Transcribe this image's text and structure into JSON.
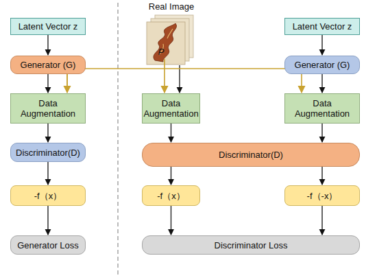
{
  "diagram": {
    "nodes": [
      {
        "text": [
          "Latent Vector z"
        ]
      },
      {
        "text": [
          "Generator (G)"
        ]
      },
      {
        "text": [
          "Data Augmentation"
        ]
      },
      {
        "text": [
          "Discriminator(D)"
        ]
      },
      {
        "text": [
          "-f（x）"
        ]
      },
      {
        "text": [
          "Generator Loss"
        ]
      },
      {
        "text": [
          "Data Augmentation"
        ]
      },
      {
        "text": [
          "Latent Vector z"
        ]
      },
      {
        "text": [
          "Generator (G)"
        ]
      },
      {
        "text": [
          "Data Augmentation"
        ]
      },
      {
        "text": [
          "Discriminator(D)"
        ]
      },
      {
        "text": [
          "-f（x）"
        ]
      },
      {
        "text": [
          "-f（-x）"
        ]
      },
      {
        "text": [
          "Discriminator Loss"
        ]
      }
    ],
    "edges": [
      {
        "from": 0,
        "to": 1,
        "arrow": "to"
      },
      {
        "from": 1,
        "to": 2,
        "arrow": "to"
      },
      {
        "from": 2,
        "to": 3,
        "arrow": "to"
      },
      {
        "from": 3,
        "to": 4,
        "arrow": "to"
      },
      {
        "from": 4,
        "to": 5,
        "arrow": "to"
      },
      {
        "from": 7,
        "to": 8,
        "arrow": "to"
      },
      {
        "from": 8,
        "to": 9,
        "arrow": "to"
      },
      {
        "from": 6,
        "to": 10,
        "arrow": "to"
      },
      {
        "from": 9,
        "to": 10,
        "arrow": "to"
      },
      {
        "from": 10,
        "to": 11,
        "arrow": "to"
      },
      {
        "from": 10,
        "to": 12,
        "arrow": "to"
      },
      {
        "from": 11,
        "to": 13,
        "arrow": "to"
      },
      {
        "from": 12,
        "to": 13,
        "arrow": "to"
      }
    ],
    "labels": [
      "Real Image",
      "P"
    ]
  }
}
